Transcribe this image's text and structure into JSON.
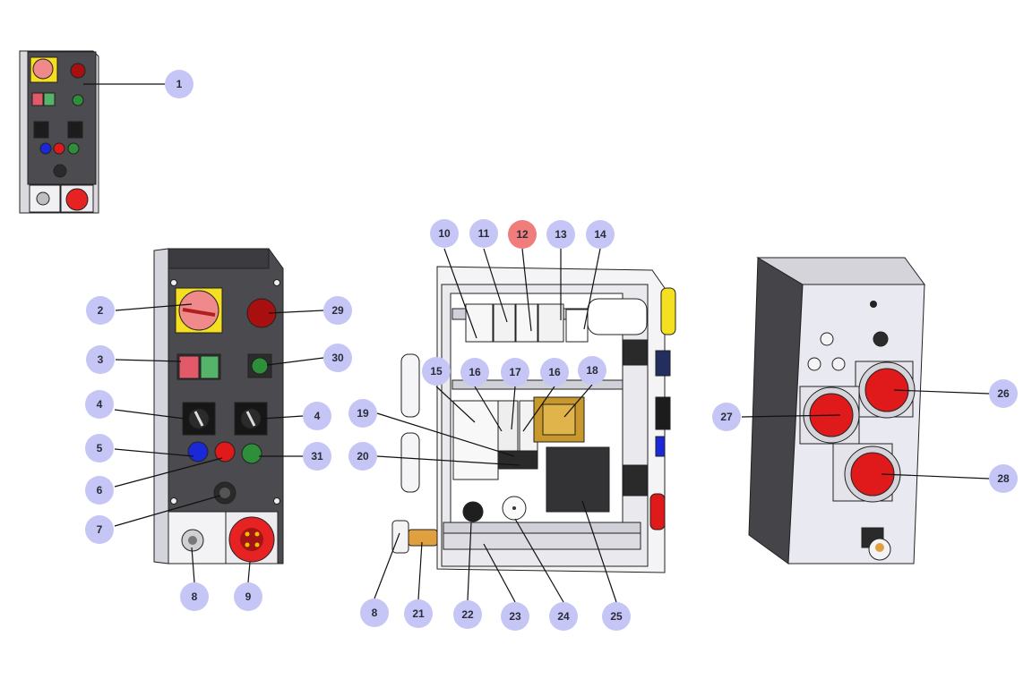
{
  "colors": {
    "callout_fill": "#c5c6f5",
    "callout_highlight": "#f07c7c",
    "panel_dark": "#4a4a4f",
    "panel_light": "#e4e4ea",
    "switch_yellow": "#f4e020",
    "switch_red": "#f08a8a",
    "button_red": "#e01a1a",
    "button_blue": "#1a28d8",
    "button_green": "#2e8f3a",
    "socket_red": "#e62222"
  },
  "callouts": [
    {
      "id": "c1",
      "label": "1"
    },
    {
      "id": "c2",
      "label": "2"
    },
    {
      "id": "c3",
      "label": "3"
    },
    {
      "id": "c4a",
      "label": "4"
    },
    {
      "id": "c4b",
      "label": "4"
    },
    {
      "id": "c5",
      "label": "5"
    },
    {
      "id": "c6",
      "label": "6"
    },
    {
      "id": "c7",
      "label": "7"
    },
    {
      "id": "c8a",
      "label": "8"
    },
    {
      "id": "c9",
      "label": "9"
    },
    {
      "id": "c29",
      "label": "29"
    },
    {
      "id": "c30",
      "label": "30"
    },
    {
      "id": "c31",
      "label": "31"
    },
    {
      "id": "c10",
      "label": "10"
    },
    {
      "id": "c11",
      "label": "11"
    },
    {
      "id": "c12",
      "label": "12",
      "highlight": true
    },
    {
      "id": "c13",
      "label": "13"
    },
    {
      "id": "c14",
      "label": "14"
    },
    {
      "id": "c15",
      "label": "15"
    },
    {
      "id": "c16a",
      "label": "16"
    },
    {
      "id": "c17",
      "label": "17"
    },
    {
      "id": "c16b",
      "label": "16"
    },
    {
      "id": "c18",
      "label": "18"
    },
    {
      "id": "c19",
      "label": "19"
    },
    {
      "id": "c20",
      "label": "20"
    },
    {
      "id": "c8b",
      "label": "8"
    },
    {
      "id": "c21",
      "label": "21"
    },
    {
      "id": "c22",
      "label": "22"
    },
    {
      "id": "c23",
      "label": "23"
    },
    {
      "id": "c24",
      "label": "24"
    },
    {
      "id": "c25",
      "label": "25"
    },
    {
      "id": "c26",
      "label": "26"
    },
    {
      "id": "c27",
      "label": "27"
    },
    {
      "id": "c28",
      "label": "28"
    }
  ]
}
